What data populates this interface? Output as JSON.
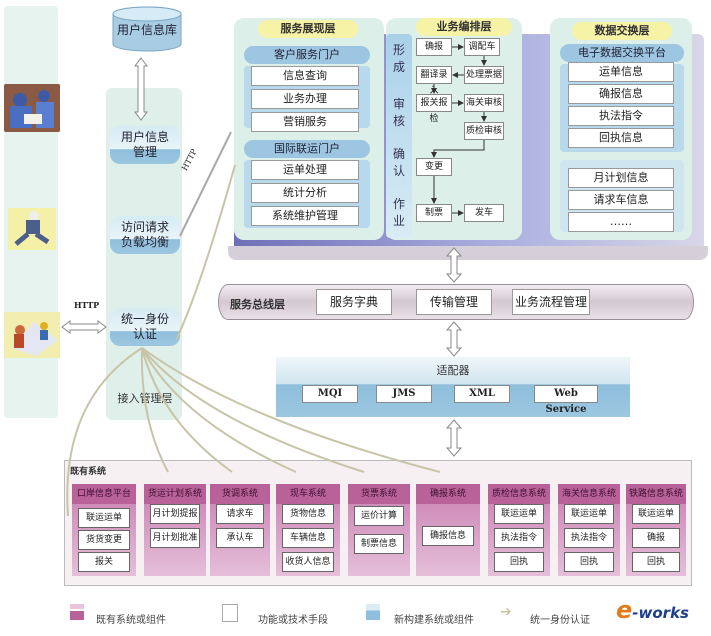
{
  "access_layer": {
    "user_db": "用户信息库",
    "user_info_mgmt": "用户信息\n管理",
    "load_balance": "访问请求\n负载均衡",
    "unified_auth": "统一身份\n认证",
    "label": "接入管理层",
    "http_left": "HTTP",
    "http_diag": "HTTP"
  },
  "users": {
    "icons": [
      "users-group-icon",
      "runner-icon",
      "meeting-icon"
    ]
  },
  "presentation_layer": {
    "title": "服务展现层",
    "portals": [
      {
        "name": "客户服务门户",
        "items": [
          "信息查询",
          "业务办理",
          "营销服务"
        ]
      },
      {
        "name": "国际联运门户",
        "items": [
          "运单处理",
          "统计分析",
          "系统维护管理"
        ]
      }
    ]
  },
  "orchestration_layer": {
    "title": "业务编排层",
    "stages": [
      "形成",
      "审核",
      "确认",
      "作业"
    ],
    "steps": [
      "确报",
      "调配车",
      "处理票据",
      "翻译录入",
      "报关报检",
      "海关审核",
      "质检审核",
      "变更",
      "制票",
      "发车"
    ]
  },
  "exchange_layer": {
    "title": "数据交换层",
    "platform": "电子数据交换平台",
    "platform_items": [
      "运单信息",
      "确报信息",
      "执法指令",
      "回执信息"
    ],
    "other_items": [
      "月计划信息",
      "请求车信息",
      "……"
    ]
  },
  "bus_layer": {
    "label": "服务总线层",
    "items": [
      "服务字典",
      "传输管理",
      "业务流程管理"
    ]
  },
  "adapter": {
    "title": "适配器",
    "items": [
      "MQI",
      "JMS",
      "XML",
      "Web Service"
    ]
  },
  "legacy": {
    "title": "既有系统",
    "systems": [
      {
        "name": "口岸信息平台",
        "items": [
          "联运运单",
          "货货变更",
          "报关"
        ]
      },
      {
        "name": "货运计划系统",
        "items": [
          "月计划提报",
          "月计划批准"
        ]
      },
      {
        "name": "货调系统",
        "items": [
          "请求车",
          "承认车"
        ]
      },
      {
        "name": "现车系统",
        "items": [
          "货物信息",
          "车辆信息",
          "收货人信息"
        ]
      },
      {
        "name": "货票系统",
        "items": [
          "运价计算",
          "制票信息"
        ]
      },
      {
        "name": "确报系统",
        "items": [
          "确报信息"
        ]
      },
      {
        "name": "质检信息系统",
        "items": [
          "联运运单",
          "执法指令",
          "回执"
        ]
      },
      {
        "name": "海关信息系统",
        "items": [
          "联运运单",
          "执法指令",
          "回执"
        ]
      },
      {
        "name": "铁路信息系统",
        "items": [
          "联运运单",
          "确报",
          "回执"
        ]
      }
    ]
  },
  "legend": {
    "items": [
      {
        "label": "既有系统或组件",
        "color": "#b9629a"
      },
      {
        "label": "功能或技术手段",
        "color": "#ffffff"
      },
      {
        "label": "新构建系统或组件",
        "color": "#8fbfdc"
      },
      {
        "label": "统一身份认证",
        "color": "#c8c4a8"
      }
    ],
    "brand_prefix": "e",
    "brand_suffix": "-works"
  },
  "colors": {
    "legacy": "#b9629a",
    "new": "#8fbfdc",
    "frame": "#6f6fb8",
    "title_yellow": "#f7f3a6"
  }
}
